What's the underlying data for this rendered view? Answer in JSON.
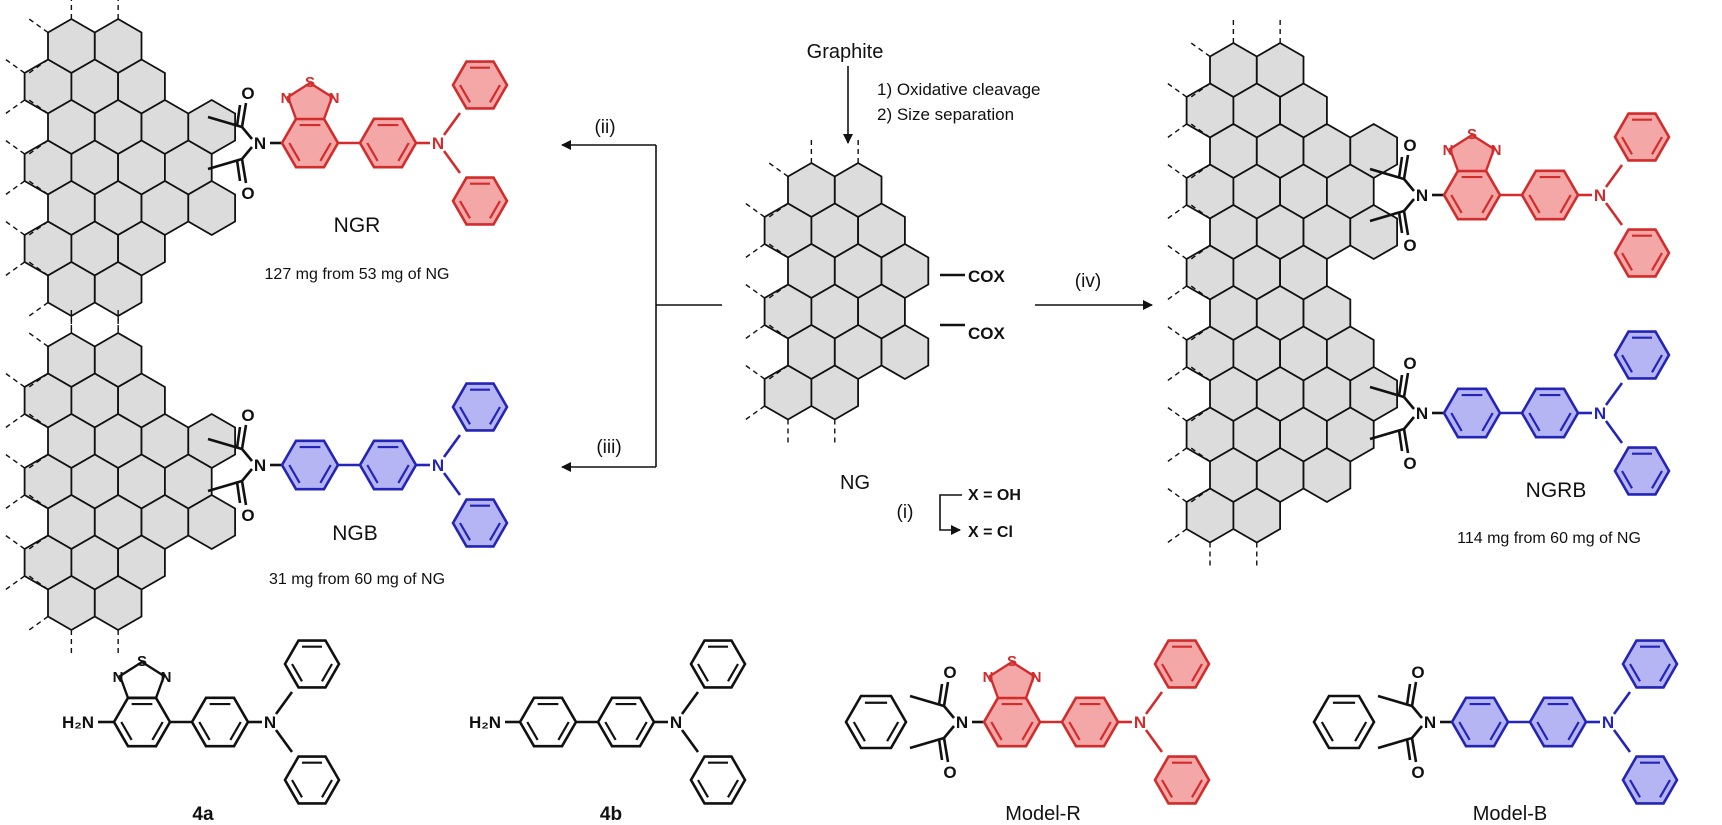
{
  "start_material": "Graphite",
  "steps": {
    "oxidative": "1) Oxidative cleavage",
    "size": "2) Size separation"
  },
  "conditions": {
    "ii": "(ii)",
    "iii": "(iii)",
    "iv": "(iv)",
    "i": "(i)"
  },
  "ng": {
    "name": "NG",
    "cox1": "COX",
    "cox2": "COX",
    "x_oh": "X = OH",
    "x_cl": "X = Cl"
  },
  "products": {
    "ngr": {
      "name": "NGR",
      "yield": "127 mg from 53 mg of NG"
    },
    "ngb": {
      "name": "NGB",
      "yield": "31 mg from 60 mg of NG"
    },
    "ngrb": {
      "name": "NGRB",
      "yield": "114 mg from 60 mg of NG"
    }
  },
  "compounds": [
    {
      "id": "4a",
      "label": "4a"
    },
    {
      "id": "4b",
      "label": "4b"
    },
    {
      "id": "model-r",
      "label": "Model-R"
    },
    {
      "id": "model-b",
      "label": "Model-B"
    }
  ],
  "atoms": {
    "O": "O",
    "N": "N",
    "S": "S",
    "H2N": "H₂N"
  },
  "colors": {
    "red_fill": "#f4a7a7",
    "red_stroke": "#d22c2c",
    "blue_fill": "#b5b5f3",
    "blue_stroke": "#2424b8",
    "graphene_fill": "#dcdcdc"
  }
}
